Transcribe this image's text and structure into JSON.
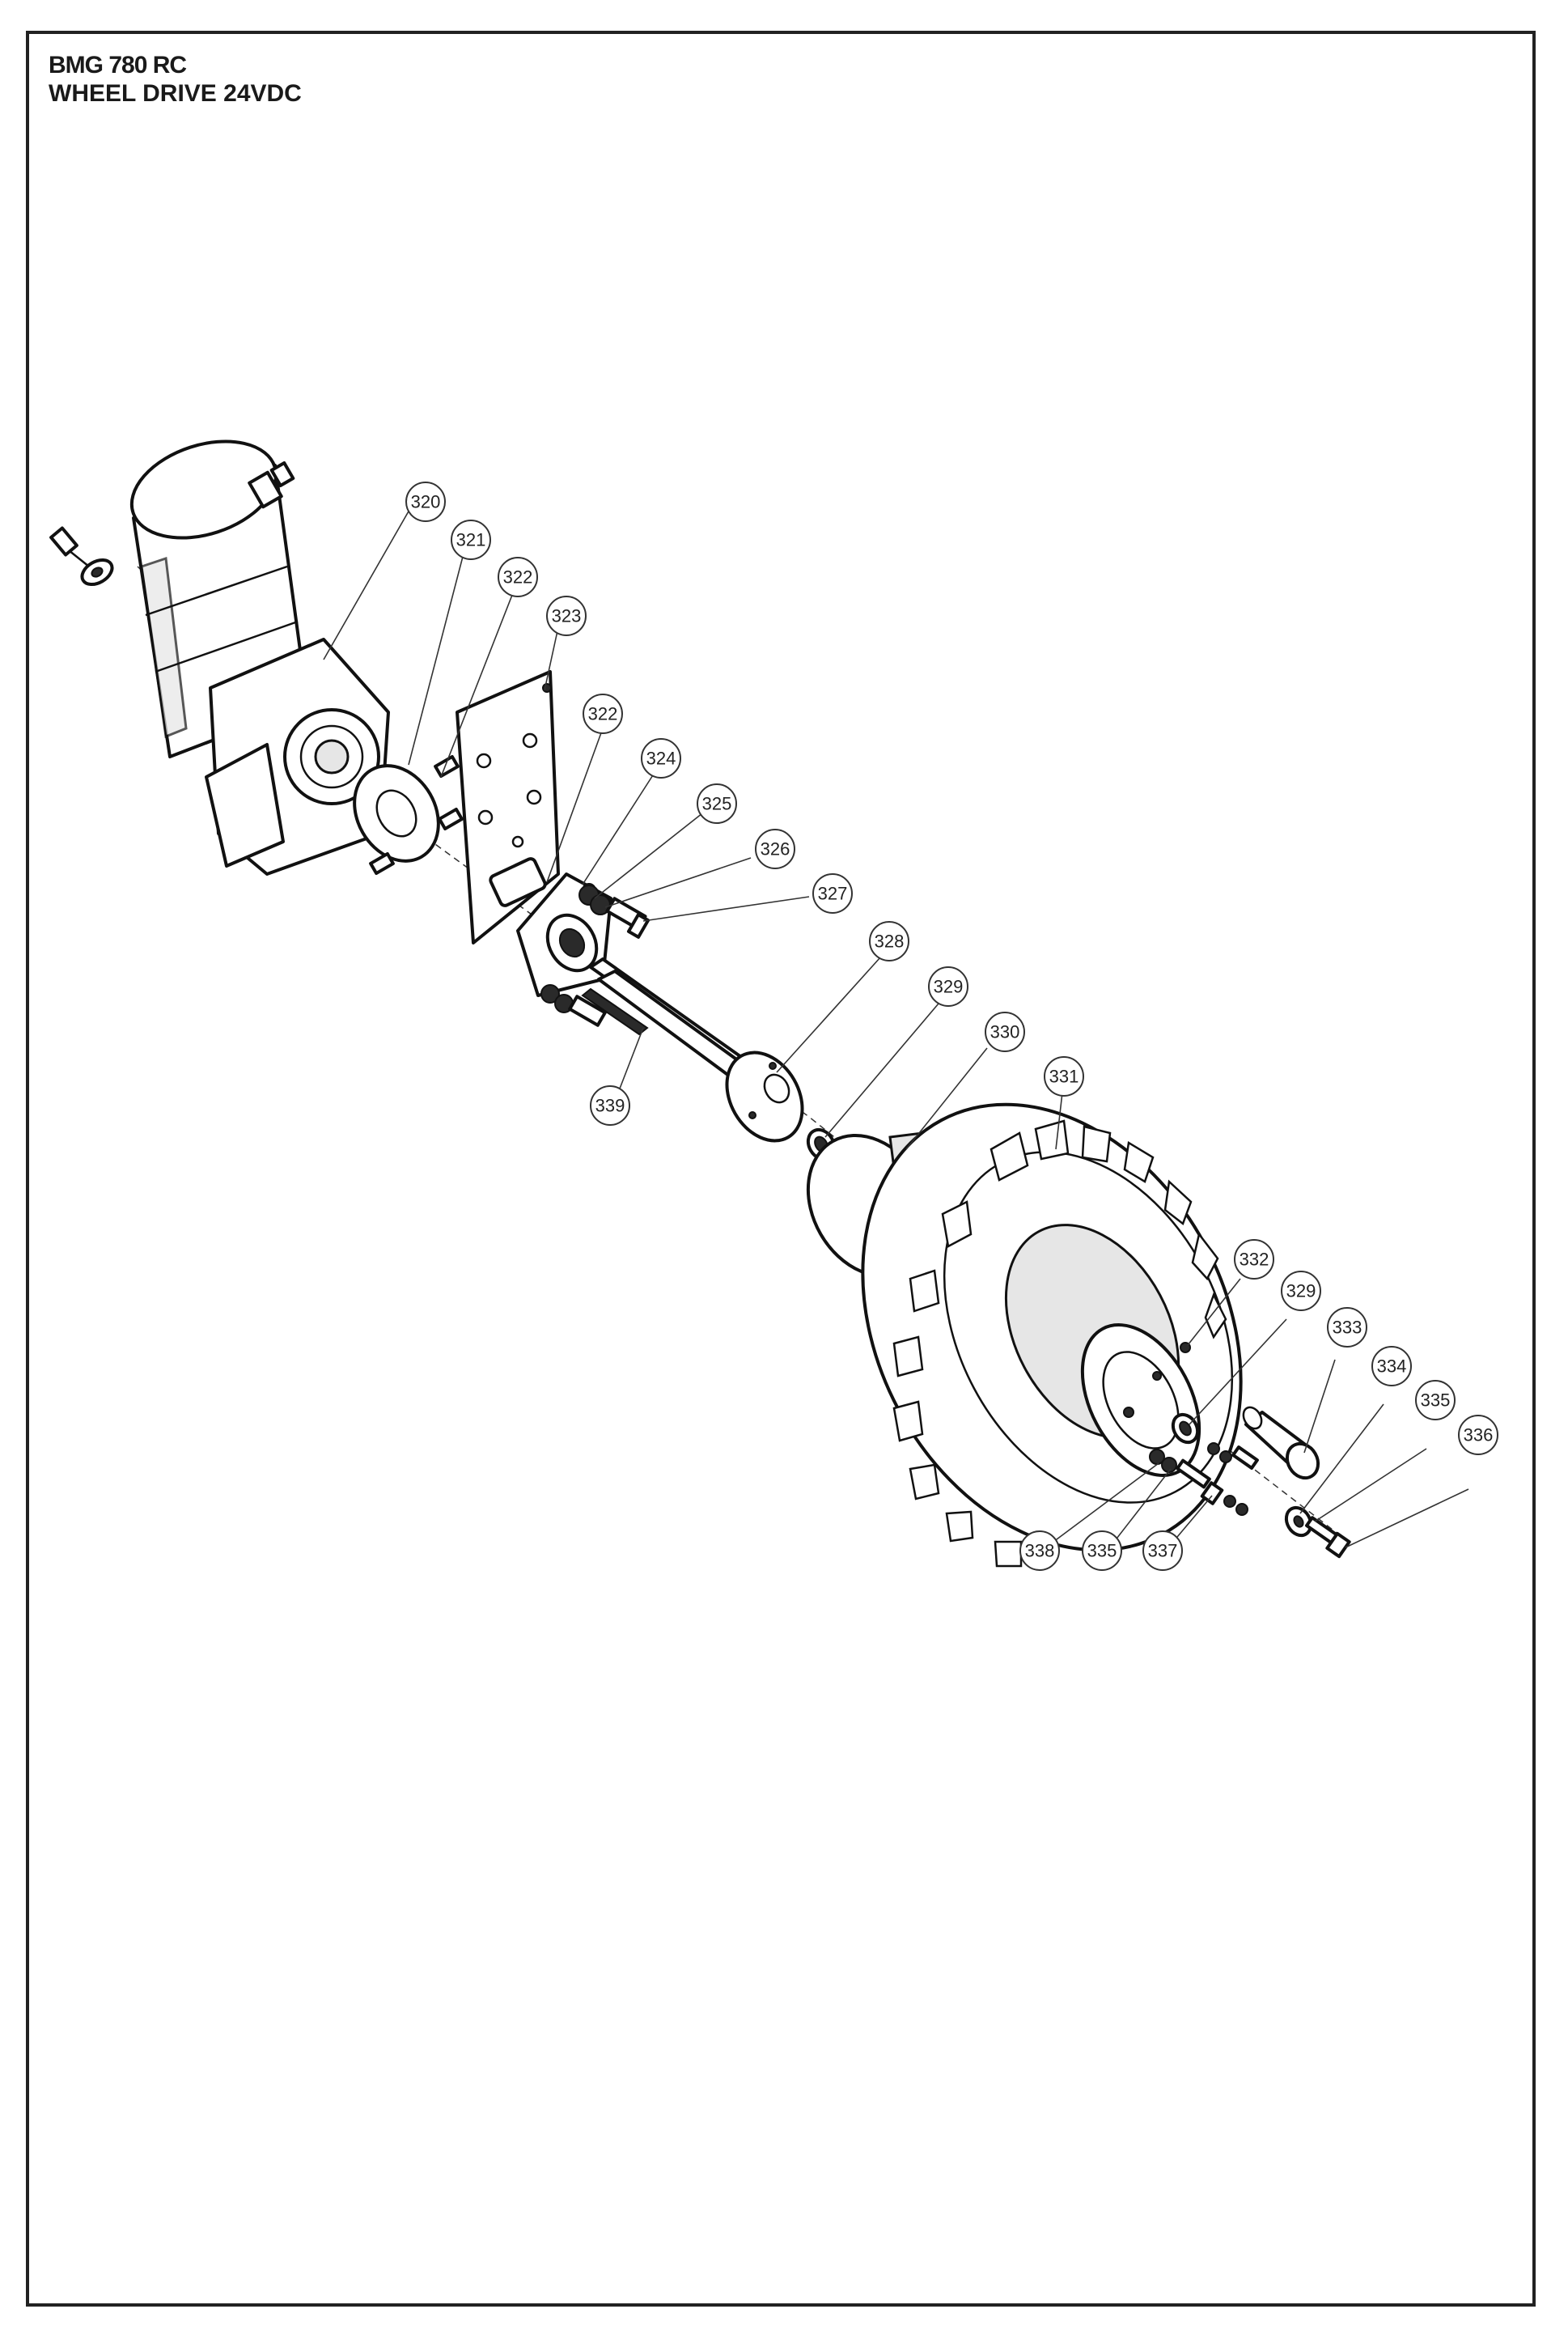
{
  "header": {
    "model": "BMG 780 RC",
    "title": "WHEEL DRIVE 24VDC"
  },
  "callouts": [
    {
      "id": "c320",
      "label": "320"
    },
    {
      "id": "c321",
      "label": "321"
    },
    {
      "id": "c322a",
      "label": "322"
    },
    {
      "id": "c323",
      "label": "323"
    },
    {
      "id": "c322b",
      "label": "322"
    },
    {
      "id": "c324",
      "label": "324"
    },
    {
      "id": "c325a",
      "label": "325"
    },
    {
      "id": "c326",
      "label": "326"
    },
    {
      "id": "c327",
      "label": "327"
    },
    {
      "id": "c328",
      "label": "328"
    },
    {
      "id": "c329a",
      "label": "329"
    },
    {
      "id": "c330",
      "label": "330"
    },
    {
      "id": "c331",
      "label": "331"
    },
    {
      "id": "c339",
      "label": "339"
    },
    {
      "id": "c332",
      "label": "332"
    },
    {
      "id": "c329b",
      "label": "329"
    },
    {
      "id": "c333",
      "label": "333"
    },
    {
      "id": "c334",
      "label": "334"
    },
    {
      "id": "c335a",
      "label": "335"
    },
    {
      "id": "c336",
      "label": "336"
    },
    {
      "id": "c338",
      "label": "338"
    },
    {
      "id": "c335b",
      "label": "335"
    },
    {
      "id": "c337",
      "label": "337"
    }
  ],
  "colors": {
    "line": "#111111",
    "frame": "#222222",
    "shade": "#e6e6e6"
  }
}
